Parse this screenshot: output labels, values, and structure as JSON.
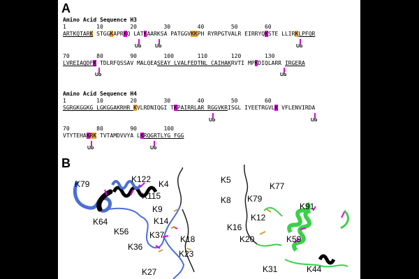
{
  "panelA": {
    "label": "A",
    "h3": {
      "title": "Amino Acid Sequence H3",
      "rows": [
        {
          "numbers": "1         10        20        30        40        50        60",
          "segments": [
            {
              "t": "ARTKQTAR",
              "s": "u"
            },
            {
              "t": "K",
              "s": "u ac"
            },
            {
              "t": " STGG",
              "s": ""
            },
            {
              "t": "K",
              "s": "ac"
            },
            {
              "t": "APR",
              "s": ""
            },
            {
              "t": "K",
              "s": "ub"
            },
            {
              "t": "Q LAT",
              "s": ""
            },
            {
              "t": "K",
              "s": "ub"
            },
            {
              "t": "AARKSA PATGGV",
              "s": ""
            },
            {
              "t": "KK",
              "s": "ac"
            },
            {
              "t": "PH RYRPGTVALR EIRRYQ",
              "s": ""
            },
            {
              "t": "K",
              "s": "ub"
            },
            {
              "t": "STE LLIR",
              "s": ""
            },
            {
              "t": "K",
              "s": "ac"
            },
            {
              "t": "LPFQR",
              "s": "u"
            }
          ],
          "ub_marks": [
            "Ub",
            "Ub",
            "Ub"
          ]
        },
        {
          "numbers": "70        80        90        100       110       120       130",
          "segments": [
            {
              "t": "LVREIAQDF",
              "s": "u"
            },
            {
              "t": "K",
              "s": "u ub"
            },
            {
              "t": " TDLRFQSSAV MALQEA",
              "s": ""
            },
            {
              "t": "SEAY LVALFEDTNL CAIHAK",
              "s": "u"
            },
            {
              "t": "RVTI MP",
              "s": ""
            },
            {
              "t": "K",
              "s": "ub"
            },
            {
              "t": "DIQLARR ",
              "s": ""
            },
            {
              "t": "IRGERA",
              "s": "u"
            }
          ],
          "ub_marks": [
            "Ub",
            "Ub"
          ]
        }
      ]
    },
    "h4": {
      "title": "Amino Acid Sequence H4",
      "rows": [
        {
          "numbers": "1         10        20        30        40        50        60",
          "segments": [
            {
              "t": "SGRGKGGKG LGKGGAKRHR ",
              "s": "u"
            },
            {
              "t": "K",
              "s": "ac"
            },
            {
              "t": "VLRDNIQGI T",
              "s": ""
            },
            {
              "t": "K",
              "s": "ub"
            },
            {
              "t": "PAIRRLAR RGGVKR",
              "s": "u"
            },
            {
              "t": "ISGL IYEETRGVL",
              "s": ""
            },
            {
              "t": "K",
              "s": "ub"
            },
            {
              "t": " VFLENVIRDA",
              "s": ""
            }
          ],
          "ub_marks": [
            "Ub",
            "Ub"
          ]
        },
        {
          "numbers": "70        80        90        100",
          "segments": [
            {
              "t": "VTYTEHA",
              "s": ""
            },
            {
              "t": "K",
              "s": "ub"
            },
            {
              "t": "R",
              "s": "ac"
            },
            {
              "t": "K",
              "s": "ac"
            },
            {
              "t": " TVTAMDVVYA L",
              "s": ""
            },
            {
              "t": "K",
              "s": "ub"
            },
            {
              "t": "RQGRTLYG FGG",
              "s": "u"
            }
          ],
          "ub_marks": [
            "Ub",
            "Ub"
          ]
        }
      ]
    }
  },
  "panelB": {
    "label": "B",
    "left_labels": [
      "K79",
      "K122",
      "K4",
      "K115",
      "K9",
      "K64",
      "K56",
      "K14",
      "K37",
      "K18",
      "K36",
      "K23",
      "K27"
    ],
    "right_labels": [
      "K5",
      "K77",
      "K79",
      "K8",
      "K91",
      "K12",
      "K16",
      "K59",
      "K20",
      "K31",
      "K44"
    ]
  },
  "colors": {
    "acetyl": "#f0a63a",
    "ubiquitin": "#e100e1",
    "h3_helix": "#4a6fd6",
    "h4_helix": "#39d14a"
  }
}
